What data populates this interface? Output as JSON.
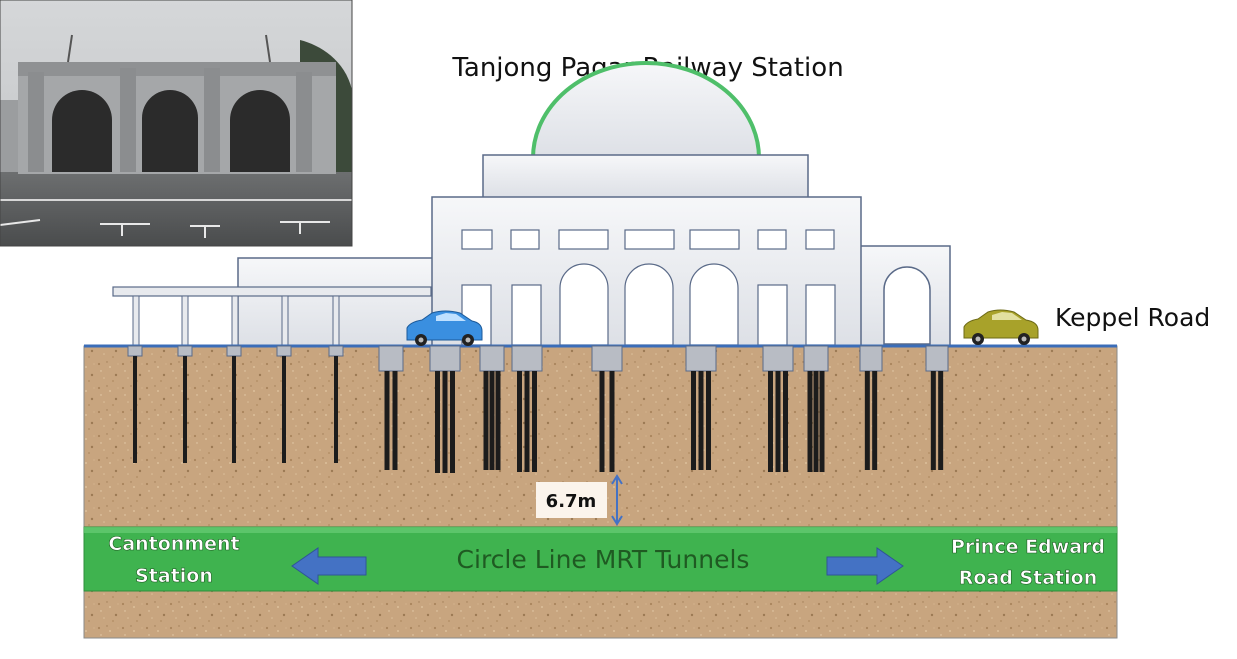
{
  "title": "Tanjong Pagar Railway Station",
  "road_label": "Keppel Road",
  "depth_label": "6.7m",
  "tunnel": {
    "label": "Circle Line MRT Tunnels",
    "left_station_line1": "Cantonment",
    "left_station_line2": "Station",
    "right_station_line1": "Prince Edward",
    "right_station_line2": "Road Station"
  },
  "colors": {
    "soil": "#c9a57e",
    "tunnel": "#3fb34f",
    "tunnel_text": "#1f5a22",
    "arrow": "#4472c4",
    "building": "#eceef2",
    "building_edge": "#5a6a88",
    "dome_rim": "#4fbf6a",
    "car_left": "#3a8fe0",
    "car_right": "#a8a22a",
    "pile": "#1c1c1c",
    "road": "#3b6db8"
  }
}
